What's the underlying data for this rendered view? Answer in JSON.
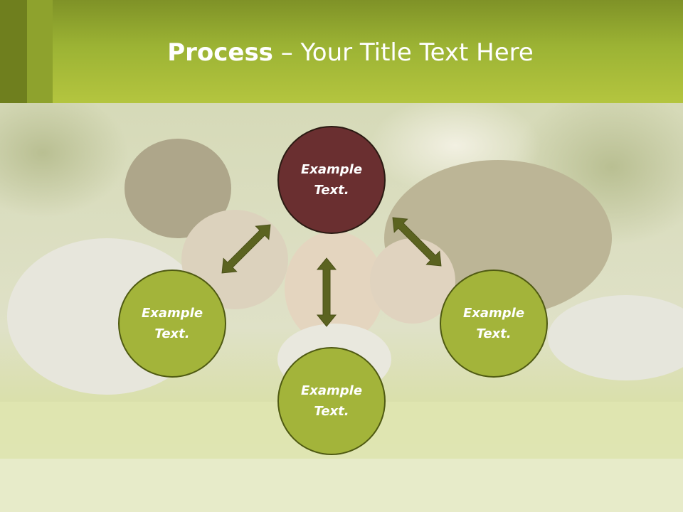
{
  "title": {
    "bold": "Process",
    "rest": " – Your Title Text Here"
  },
  "nodes": {
    "top": "Example\nText.",
    "left": "Example\nText.",
    "right": "Example\nText.",
    "bottom": "Example\nText."
  },
  "colors": {
    "accent_green": "#a3b43a",
    "accent_maroon": "#6a2f30",
    "arrow": "#5b6320"
  },
  "background_image": "family-lying-in-grass-photo"
}
